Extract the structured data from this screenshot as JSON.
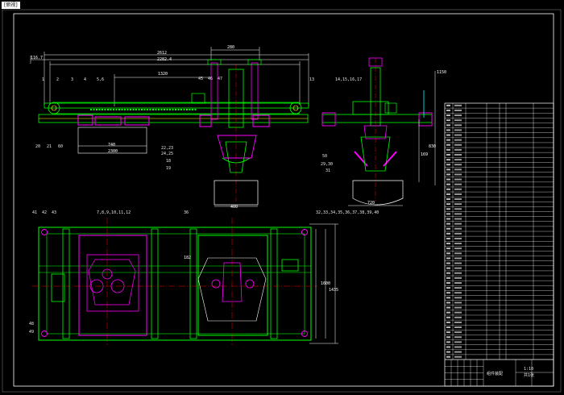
{
  "titlebar": {
    "label": "[俯视]"
  },
  "colors": {
    "background": "#000000",
    "frame": "#ffffff",
    "structure": "#00ff00",
    "part": "#ff00ff",
    "centerline": "#ff0000",
    "accent": "#ffff00",
    "cyan": "#00ffff",
    "text": "#ffffff"
  },
  "dimensions": {
    "d1": "116.7",
    "d2": "2612",
    "d3": "2282.4",
    "d4": "280",
    "d5": "1320",
    "d6": "1150",
    "d7": "830",
    "d8": "169",
    "d9": "400",
    "d10": "720",
    "d11": "182",
    "d12": "1600",
    "d13": "1435",
    "d14": "740",
    "d15": "2300"
  },
  "balloons": {
    "b1": "1",
    "b2": "2",
    "b3": "3",
    "b4": "4",
    "b5": "5,6",
    "b6": "20",
    "b7": "21",
    "b8": "60",
    "b9": "45",
    "b10": "46",
    "b11": "47",
    "b12": "22,23",
    "b13": "24,25",
    "b14": "18",
    "b15": "19",
    "b16": "13",
    "b17": "14,15,16,17",
    "b18": "50",
    "b19": "29,30",
    "b20": "31",
    "b21": "41",
    "b22": "42",
    "b23": "43",
    "b24": "7,8,9,10,11,12",
    "b25": "36",
    "b26": "32,33,34,35,36,37,38,39,40",
    "b27": "48",
    "b28": "49"
  },
  "title_block": {
    "drawing_name": "组件装配",
    "scale": "1:10",
    "sheet": "共1张"
  }
}
